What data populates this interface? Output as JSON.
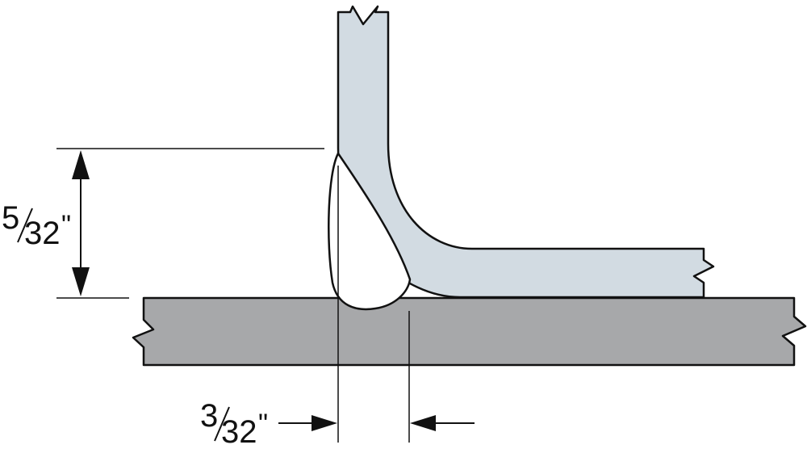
{
  "dimensions": {
    "vertical": {
      "numerator": "5",
      "denominator": "32",
      "unit_mark": "\""
    },
    "horizontal": {
      "numerator": "3",
      "denominator": "32",
      "unit_mark": "\""
    }
  },
  "colors": {
    "bracket_fill": "#d2dbe2",
    "plate_fill": "#a7a8aa",
    "weld_fill": "#ffffff",
    "outline": "#111111",
    "background": "#ffffff"
  }
}
